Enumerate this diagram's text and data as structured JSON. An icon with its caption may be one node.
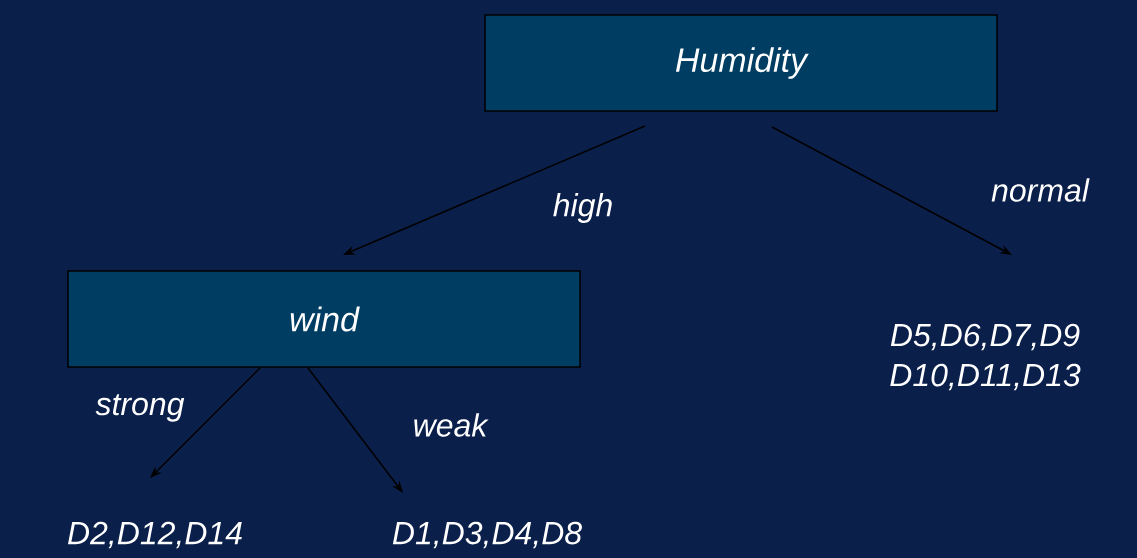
{
  "diagram": {
    "nodes": [
      {
        "text": [
          "Humidity"
        ]
      },
      {
        "text": [
          "wind"
        ]
      },
      {
        "text": [
          "D5,D6,D7,D9 D10,D11,D13"
        ]
      },
      {
        "text": [
          "D2,D12,D14"
        ]
      },
      {
        "text": [
          "D1,D3,D4,D8"
        ]
      }
    ],
    "edges": [
      {
        "from": 0,
        "to": 1,
        "arrow": "to",
        "label": "high"
      },
      {
        "from": 0,
        "to": 2,
        "arrow": "to",
        "label": "normal"
      },
      {
        "from": 1,
        "to": 3,
        "arrow": "to",
        "label": "strong"
      },
      {
        "from": 1,
        "to": 4,
        "arrow": "to",
        "label": "weak"
      }
    ]
  }
}
